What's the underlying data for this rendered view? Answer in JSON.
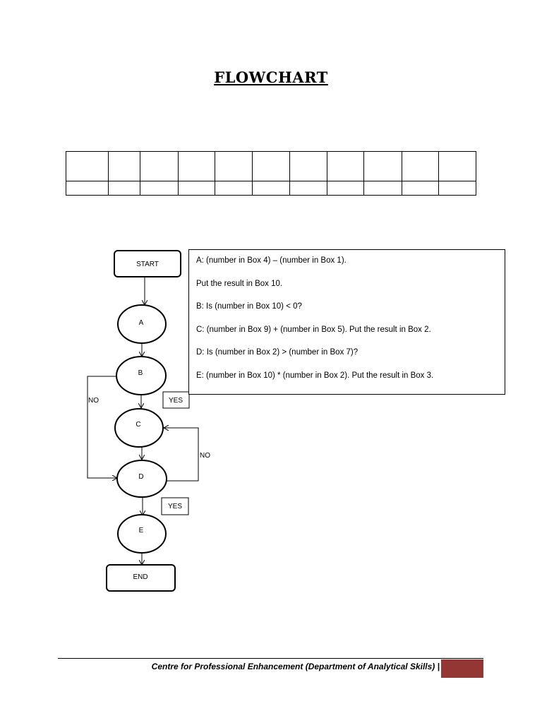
{
  "document": {
    "title": "FLOWCHART"
  },
  "boxes_table": {
    "columns": 11,
    "rows": 2
  },
  "flowchart": {
    "nodes": {
      "start": "START",
      "a": "A",
      "b": "B",
      "c": "C",
      "d": "D",
      "e": "E",
      "end": "END"
    },
    "labels": {
      "b_no": "NO",
      "b_yes": "YES",
      "d_no": "NO",
      "d_yes": "YES"
    }
  },
  "instructions": [
    "A: (number in Box 4) – (number in Box 1).",
    "Put the result in Box 10.",
    "B: Is (number in Box 10) < 0?",
    "C: (number in Box 9) + (number in Box 5). Put the result in Box 2.",
    "D: Is (number in Box 2) > (number in Box 7)?",
    "E: (number in Box 10) * (number in Box 2). Put the result in Box 3."
  ],
  "footer": {
    "text": "Centre for Professional Enhancement (Department of Analytical Skills) |",
    "accent_color": "#943634"
  }
}
